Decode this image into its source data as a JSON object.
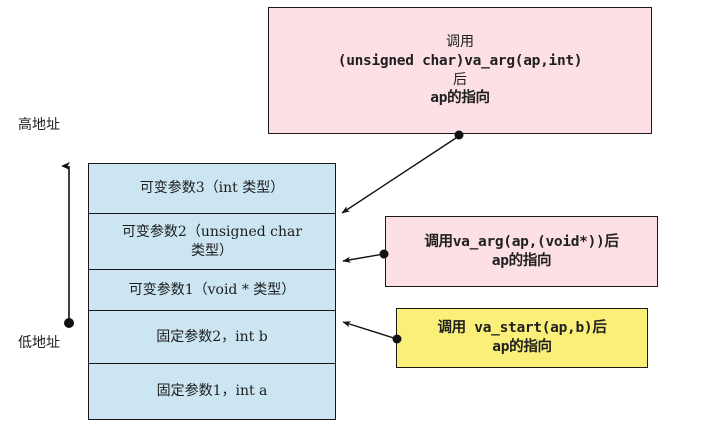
{
  "diagram": {
    "title": "va_arg / va_start stack pointer diagram",
    "colors": {
      "pink": "#fce0e5",
      "yellow": "#faf079",
      "blue": "#cbe5f2",
      "stroke": "#161616"
    }
  },
  "axis": {
    "high_label": "高地址",
    "low_label": "低地址",
    "direction": "up"
  },
  "stack": {
    "rows": [
      {
        "lines": [
          "可变参数3（int 类型）"
        ]
      },
      {
        "lines": [
          "可变参数2（unsigned char",
          "类型）"
        ]
      },
      {
        "lines": [
          "可变参数1（void * 类型）"
        ]
      },
      {
        "lines": [
          "固定参数2，int b"
        ]
      },
      {
        "lines": [
          "固定参数1，int a"
        ]
      }
    ]
  },
  "callouts": [
    {
      "id": "callout-int",
      "color": "#fce0e5",
      "lines": [
        {
          "text": "调用",
          "style": "cn"
        },
        {
          "text": "(unsigned char)va_arg(ap,int)",
          "style": "mono"
        },
        {
          "text": "后",
          "style": "cn"
        },
        {
          "text": "ap的指向",
          "style": "mono"
        }
      ]
    },
    {
      "id": "callout-void",
      "color": "#fce0e5",
      "lines": [
        {
          "text": "调用va_arg(ap,(void*))后",
          "style": "mono"
        },
        {
          "text": "ap的指向",
          "style": "mono"
        }
      ]
    },
    {
      "id": "callout-start",
      "color": "#faf079",
      "lines": [
        {
          "text": "调用 va_start(ap,b)后",
          "style": "mono"
        },
        {
          "text": "ap的指向",
          "style": "mono"
        }
      ]
    }
  ],
  "connectors": [
    {
      "name": "arrow-int-to-stack",
      "from": [
        460,
        135
      ],
      "to": [
        339,
        214
      ]
    },
    {
      "name": "arrow-void-to-stack",
      "from": [
        384,
        254
      ],
      "to": [
        339,
        262
      ]
    },
    {
      "name": "arrow-start-to-stack",
      "from": [
        396,
        338
      ],
      "to": [
        339,
        321
      ]
    }
  ]
}
